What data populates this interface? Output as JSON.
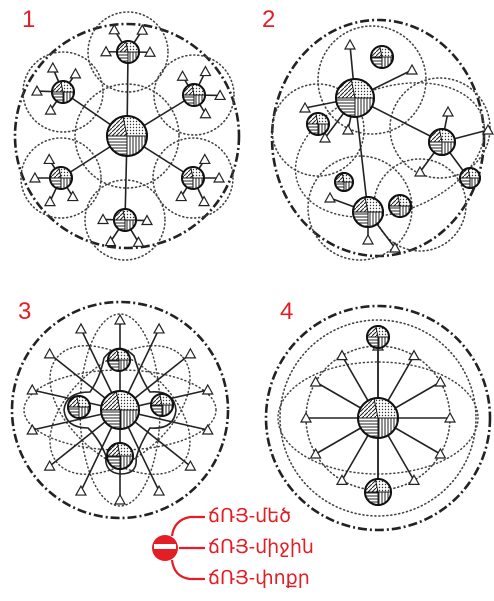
{
  "panels": [
    {
      "label": "1"
    },
    {
      "label": "2"
    },
    {
      "label": "3"
    },
    {
      "label": "4"
    }
  ],
  "legend": {
    "large": "ճՌՅ-մեծ",
    "medium": "ճՌՅ-միջին",
    "small": "ճՌՅ-փոքր"
  },
  "colors": {
    "accent": "#e31e24",
    "ink": "#222222"
  }
}
